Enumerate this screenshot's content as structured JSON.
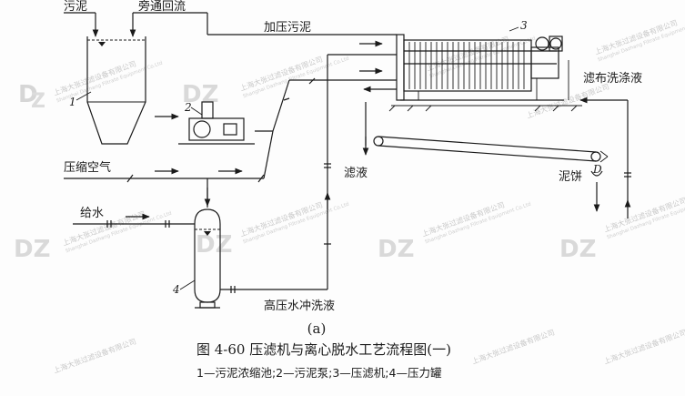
{
  "labels": {
    "sludge": "污泥",
    "bypass_return": "旁通回流",
    "pressurized_sludge": "加压污泥",
    "cloth_wash": "滤布洗涤液",
    "compressed_air": "压缩空气",
    "filtrate": "滤液",
    "cake": "泥饼",
    "water_supply": "给水",
    "hp_wash": "高压水冲洗液"
  },
  "numbers": {
    "n1": "1",
    "n2": "2",
    "n3": "3",
    "n4": "4"
  },
  "subfig": "(a)",
  "caption": "图 4-60   压滤机与离心脱水工艺流程图(一)",
  "legend": "1—污泥浓缩池;2—污泥泵;3—压滤机;4—压力罐",
  "watermark": {
    "cn": "上海大张过滤设备有限公司",
    "en": "Shanghai Dazhang Filtrate Equipment Co.Ltd",
    "logo": "DZ"
  }
}
